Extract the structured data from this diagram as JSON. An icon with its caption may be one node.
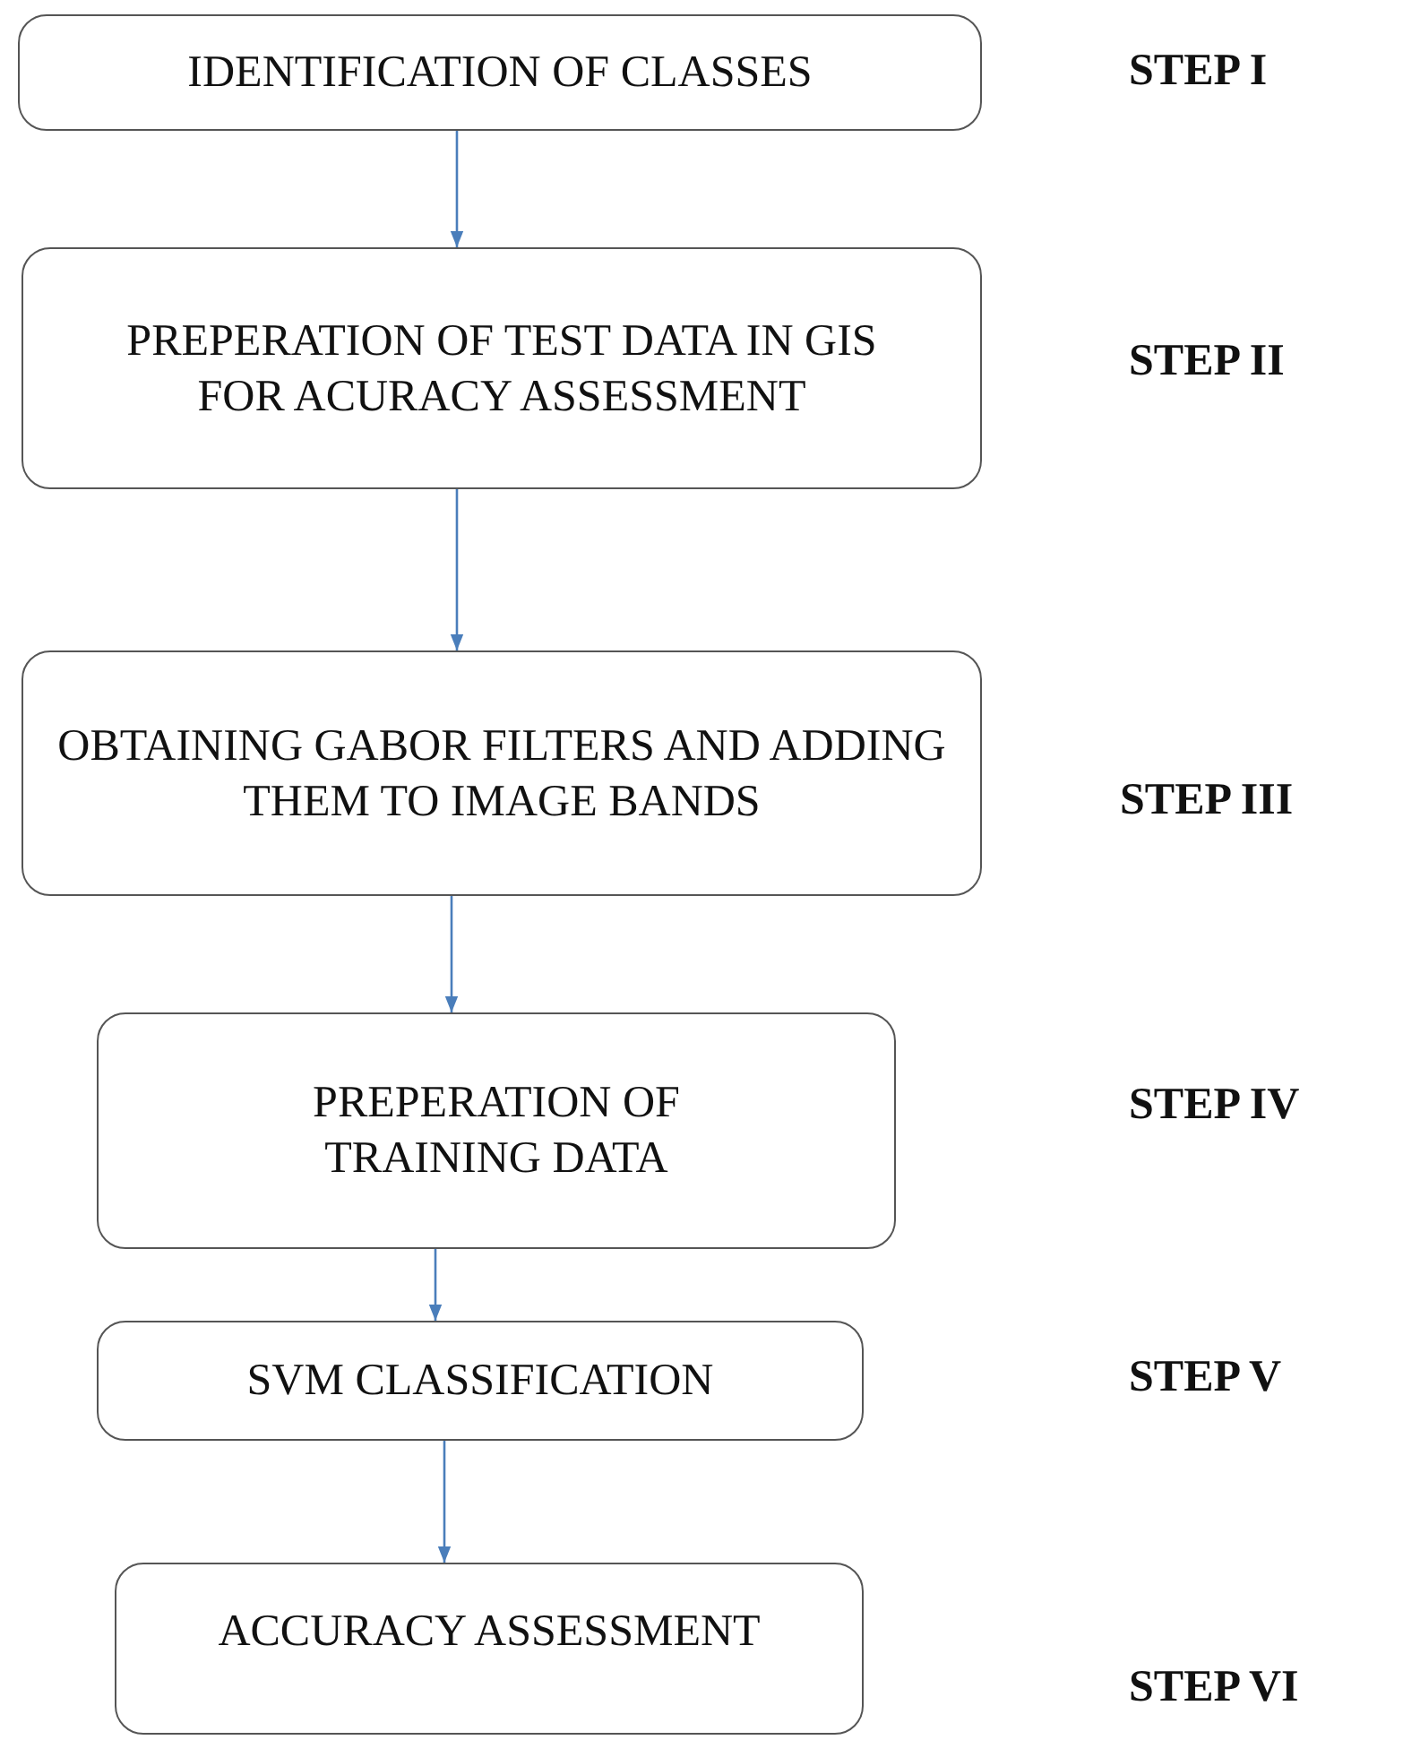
{
  "diagram": {
    "nodes": [
      {
        "text": [
          "IDENTIFICATION OF CLASSES"
        ]
      },
      {
        "text": [
          "PREPERATION OF TEST DATA IN GIS FOR ACURACY ASSESSMENT"
        ]
      },
      {
        "text": [
          "OBTAINING GABOR FILTERS AND ADDING THEM TO IMAGE BANDS"
        ]
      },
      {
        "text": [
          "PREPERATION OF TRAINING DATA"
        ]
      },
      {
        "text": [
          "SVM CLASSIFICATION"
        ]
      },
      {
        "text": [
          "ACCURACY ASSESSMENT"
        ]
      }
    ],
    "edges": [
      {
        "from": 0,
        "to": 1,
        "arrow": "to"
      },
      {
        "from": 1,
        "to": 2,
        "arrow": "to"
      },
      {
        "from": 2,
        "to": 3,
        "arrow": "to"
      },
      {
        "from": 3,
        "to": 4,
        "arrow": "to"
      },
      {
        "from": 4,
        "to": 5,
        "arrow": "to"
      }
    ],
    "labels": [
      "STEP I",
      "STEP II",
      "STEP III",
      "STEP IV",
      "STEP V",
      "STEP VI"
    ]
  }
}
